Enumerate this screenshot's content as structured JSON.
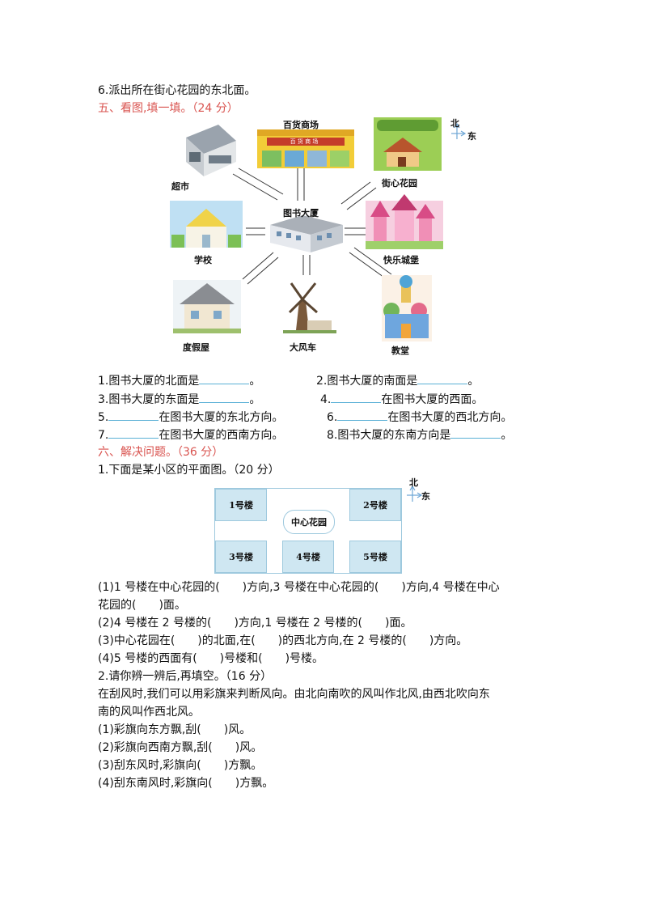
{
  "intro_item": "6.派出所在街心花园的东北面。",
  "section5": {
    "title": "五、看图,填一填。（24 分）",
    "compass": {
      "north": "北",
      "east": "东"
    },
    "places": {
      "center": "图书大厦",
      "n": "百货商场",
      "n_sign": "百 货 商 场",
      "nw": "超市",
      "ne": "街心花园",
      "w": "学校",
      "e": "快乐城堡",
      "sw": "度假屋",
      "s": "大风车",
      "se": "教堂"
    },
    "q1": "1.图书大厦的北面是",
    "q2": "2.图书大厦的南面是",
    "q3": "3.图书大厦的东面是",
    "q4_pre": "4.",
    "q4_post": "在图书大厦的西面。",
    "q5_pre": "5.",
    "q5_post": "在图书大厦的东北方向。",
    "q6_pre": "6.",
    "q6_post": "在图书大厦的西北方向。",
    "q7_pre": "7.",
    "q7_post": "在图书大厦的西南方向。",
    "q8": "8.图书大厦的东南方向是",
    "period": "。"
  },
  "section6": {
    "title": "六、解决问题。（36 分）",
    "p1_title": "1.下面是某小区的平面图。（20 分）",
    "plan": {
      "b1": "1号楼",
      "b2": "2号楼",
      "b3": "3号楼",
      "b4": "4号楼",
      "b5": "5号楼",
      "garden": "中心花园",
      "north": "北",
      "east": "东"
    },
    "p1_q1a": "(1)1 号楼在中心花园的(　　)方向,3 号楼在中心花园的(　　)方向,4 号楼在中心",
    "p1_q1b": "花园的(　　)面。",
    "p1_q2": "(2)4 号楼在 2 号楼的(　　)方向,1 号楼在 2 号楼的(　　)面。",
    "p1_q3": "(3)中心花园在(　　)的北面,在(　　)的西北方向,在 2 号楼的(　　)方向。",
    "p1_q4": "(4)5 号楼的西面有(　　)号楼和(　　)号楼。",
    "p2_title": "2.请你辨一辨后,再填空。（16 分）",
    "p2_intro_a": "在刮风时,我们可以用彩旗来判断风向。由北向南吹的风叫作北风,由西北吹向东",
    "p2_intro_b": "南的风叫作西北风。",
    "p2_q1": "(1)彩旗向东方飘,刮(　　)风。",
    "p2_q2": "(2)彩旗向西南方飘,刮(　　)风。",
    "p2_q3": "(3)刮东风时,彩旗向(　　)方飘。",
    "p2_q4": "(4)刮东南风时,彩旗向(　　)方飘。"
  }
}
